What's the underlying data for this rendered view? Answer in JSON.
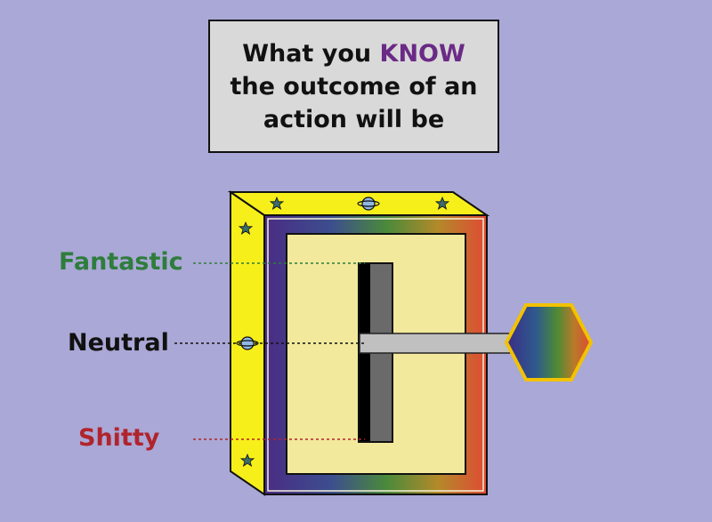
{
  "title": {
    "line1_prefix": "What you ",
    "line1_keyword": "KNOW",
    "line2": "the outcome of an",
    "line3": "action will be"
  },
  "levels": [
    {
      "label": "Fantastic",
      "color": "#2e7d3c"
    },
    {
      "label": "Neutral",
      "color": "#111111"
    },
    {
      "label": "Shitty",
      "color": "#b0242d"
    }
  ],
  "colors": {
    "background": "#aaa8d6",
    "title_box": "#d9d9d9",
    "keyword": "#6b2a86",
    "frame": "#f7ef1a",
    "panel": "#f2e99c",
    "slot": "#6a6a6a",
    "lever": "#c0c0c0"
  },
  "icons": {
    "corner_stars": "star-icon",
    "rivet": "planet-icon",
    "lever_knob": "hexagon-knob"
  }
}
